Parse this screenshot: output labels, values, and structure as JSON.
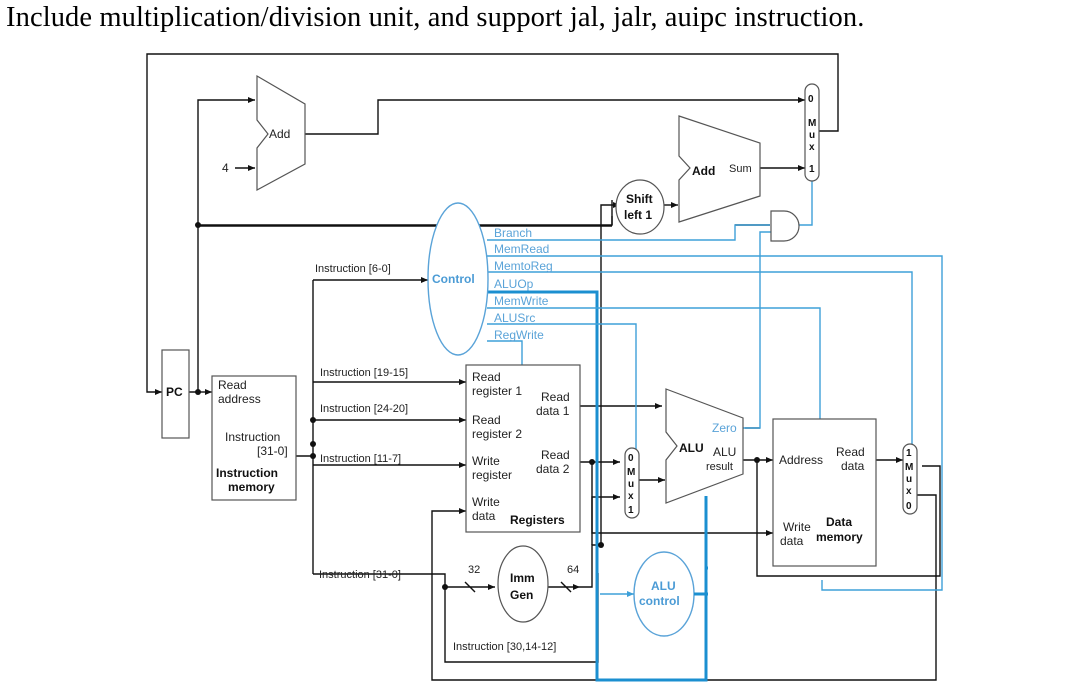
{
  "title": "Include multiplication/division unit, and support jal, jalr, auipc instruction.",
  "colors": {
    "control": "#5aa3d8",
    "wire": "#111111",
    "thick_control": "#1b8fd0"
  },
  "labels": {
    "pc": "PC",
    "add_top": "Add",
    "four": "4",
    "add_branch": "Add",
    "sum": "Sum",
    "shift_1": "Shift",
    "shift_2": "left 1",
    "control": "Control",
    "signals": [
      "Branch",
      "MemRead",
      "MemtoReg",
      "ALUOp",
      "MemWrite",
      "ALUSrc",
      "RegWrite"
    ],
    "instr_6_0": "Instruction [6-0]",
    "instr_19_15": "Instruction [19-15]",
    "instr_24_20": "Instruction [24-20]",
    "instr_11_7": "Instruction [11-7]",
    "instr_31_0": "Instruction [31-0]",
    "instr_30_14_12": "Instruction [30,14-12]",
    "im_read_1": "Read",
    "im_read_2": "address",
    "im_instr_1": "Instruction",
    "im_instr_2": "[31-0]",
    "im_name_1": "Instruction",
    "im_name_2": "memory",
    "rf_read_reg1_a": "Read",
    "rf_read_reg1_b": "register 1",
    "rf_read_data1_a": "Read",
    "rf_read_data1_b": "data 1",
    "rf_read_reg2_a": "Read",
    "rf_read_reg2_b": "register 2",
    "rf_write_reg_a": "Write",
    "rf_write_reg_b": "register",
    "rf_read_data2_a": "Read",
    "rf_read_data2_b": "data 2",
    "rf_write_data_a": "Write",
    "rf_write_data_b": "data",
    "rf_name": "Registers",
    "imm_1": "Imm",
    "imm_2": "Gen",
    "bits_32": "32",
    "bits_64": "64",
    "alu": "ALU",
    "zero": "Zero",
    "alu_result_1": "ALU",
    "alu_result_2": "result",
    "alu_control_1": "ALU",
    "alu_control_2": "control",
    "dm_address": "Address",
    "dm_read_1": "Read",
    "dm_read_2": "data",
    "dm_write_1": "Write",
    "dm_write_2": "data",
    "dm_name_1": "Data",
    "dm_name_2": "memory",
    "mux_letters": [
      "M",
      "u",
      "x"
    ],
    "mux_top_0": "0",
    "mux_top_1": "1",
    "mux_alu_0": "0",
    "mux_alu_1": "1",
    "mux_wb_1": "1",
    "mux_wb_0": "0"
  }
}
